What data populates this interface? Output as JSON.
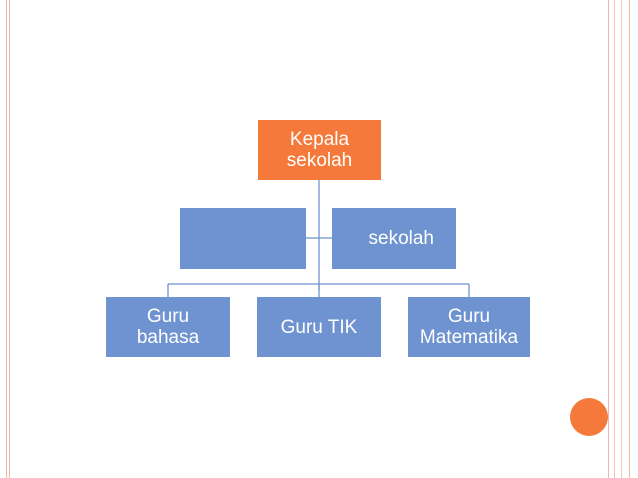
{
  "diagram": {
    "root": "Kepala\nsekolah",
    "assistant_left": "",
    "assistant_right": "sekolah",
    "children": [
      "Guru\nbahasa",
      "Guru TIK",
      "Guru\nMatematika"
    ]
  },
  "colors": {
    "root_fill": "#f5793a",
    "node_fill": "#6f93d0",
    "connector": "#6f93d0",
    "border_accent": "#f0b9a6",
    "dot_fill": "#f5793a"
  }
}
